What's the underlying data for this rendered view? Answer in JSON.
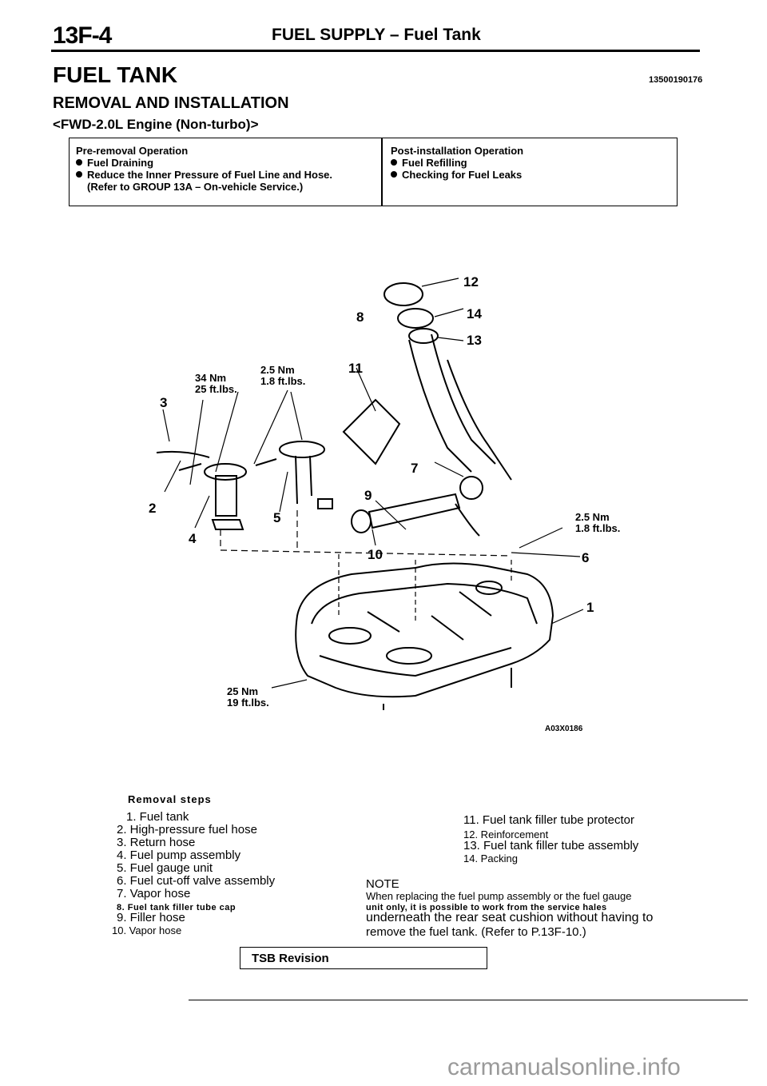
{
  "header": {
    "page_number": "13F-4",
    "running_title": "FUEL SUPPLY – Fuel Tank"
  },
  "section": {
    "title": "FUEL TANK",
    "code": "13500190176",
    "subtitle": "REMOVAL AND INSTALLATION",
    "engine": "<FWD-2.0L Engine (Non-turbo)>"
  },
  "pre_removal": {
    "heading": "Pre-removal Operation",
    "items": [
      "Fuel Draining",
      "Reduce the Inner Pressure of Fuel Line and Hose.",
      "(Refer to GROUP 13A – On-vehicle Service.)"
    ]
  },
  "post_installation": {
    "heading": "Post-installation Operation",
    "items": [
      "Fuel Refilling",
      "Checking for Fuel Leaks"
    ]
  },
  "diagram": {
    "callouts": [
      "12",
      "8",
      "14",
      "13",
      "11",
      "3",
      "7",
      "9",
      "2",
      "5",
      "4",
      "10",
      "6",
      "1"
    ],
    "torques": [
      {
        "nm": "34 Nm",
        "lbs": "25 ft.lbs."
      },
      {
        "nm": "2.5 Nm",
        "lbs": "1.8 ft.lbs."
      },
      {
        "nm": "2.5 Nm",
        "lbs": "1.8 ft.lbs."
      },
      {
        "nm": "25 Nm",
        "lbs": "19 ft.lbs."
      }
    ],
    "figure_id": "A03X0186"
  },
  "removal": {
    "title": "Removal steps",
    "left": [
      "1.  Fuel tank",
      "2.  High-pressure fuel hose",
      "3.  Return hose",
      "4.  Fuel pump assembly",
      "5.  Fuel gauge unit",
      "6.  Fuel cut-off valve assembly",
      "7.  Vapor hose",
      "8.  Fuel tank filler tube cap",
      "9.  Filler hose",
      "10.  Vapor hose"
    ],
    "right": [
      "11.  Fuel tank filler tube protector",
      "12.  Reinforcement",
      "13.  Fuel tank filler tube assembly",
      "14.  Packing"
    ]
  },
  "note": {
    "label": "NOTE",
    "line1": "When replacing the fuel pump assembly or the fuel gauge",
    "line2": "unit only, it is possible to work from the service hales",
    "line3": "underneath the rear seat cushion without having to",
    "line4": "remove the fuel tank. (Refer to P.13F-10.)"
  },
  "footer": {
    "tsb": "TSB Revision",
    "watermark": "carmanualsonline.info"
  }
}
